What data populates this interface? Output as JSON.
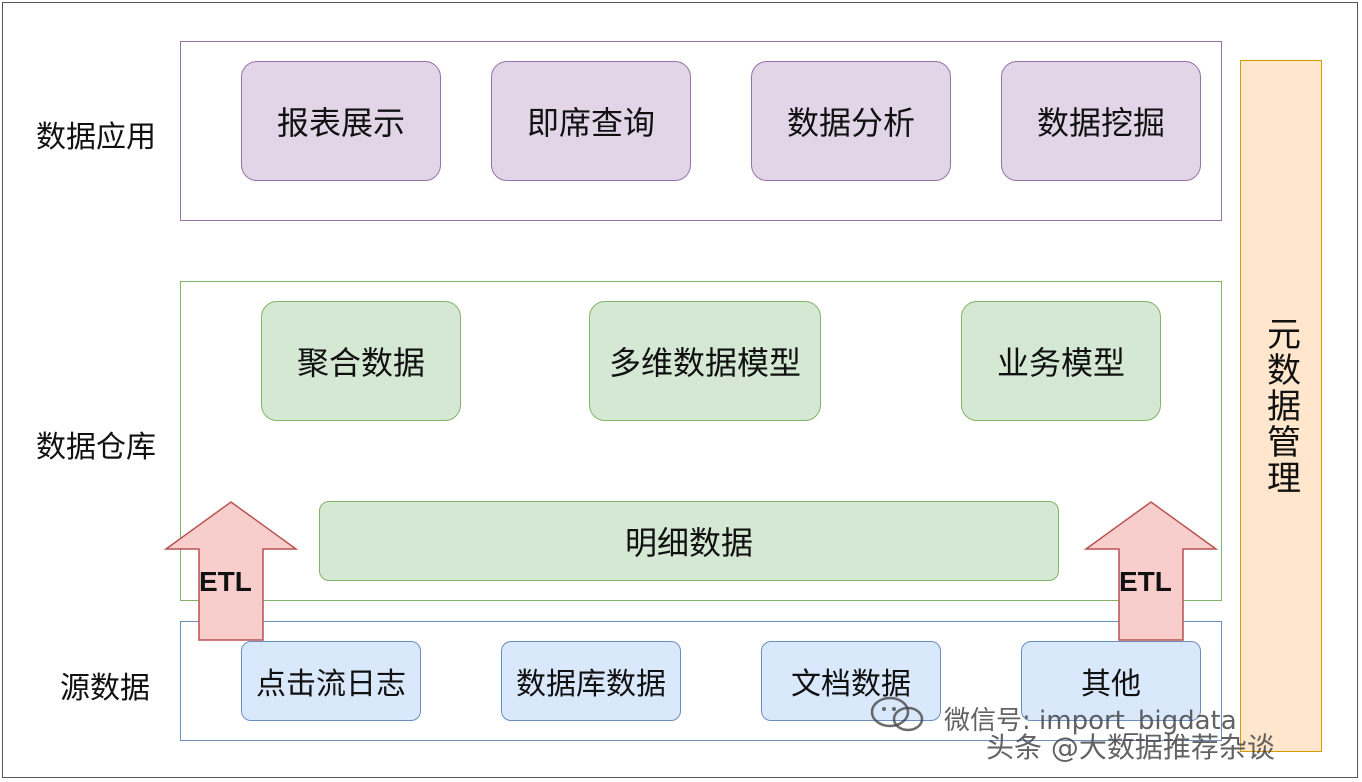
{
  "layers": {
    "application": {
      "label": "数据应用",
      "boxes": [
        "报表展示",
        "即席查询",
        "数据分析",
        "数据挖掘"
      ]
    },
    "warehouse": {
      "label": "数据仓库",
      "boxes": [
        "聚合数据",
        "多维数据模型",
        "业务模型"
      ],
      "detail": "明细数据"
    },
    "source": {
      "label": "源数据",
      "boxes": [
        "点击流日志",
        "数据库数据",
        "文档数据",
        "其他"
      ]
    }
  },
  "metadata": {
    "label": "元数据管理"
  },
  "etl": {
    "left": "ETL",
    "right": "ETL"
  },
  "watermark": {
    "wechat": "微信号: import_bigdata",
    "toutiao": "头条 @大数据推荐杂谈"
  },
  "colors": {
    "application_fill": "#e1d5e7",
    "application_border": "#9673a6",
    "warehouse_fill": "#d5e8d4",
    "warehouse_border": "#82b366",
    "source_fill": "#dae8fc",
    "source_border": "#6c8ebf",
    "metadata_fill": "#ffe6cc",
    "metadata_border": "#d79b00",
    "etl_arrow_fill": "#f8cecc",
    "etl_arrow_border": "#b85450"
  }
}
